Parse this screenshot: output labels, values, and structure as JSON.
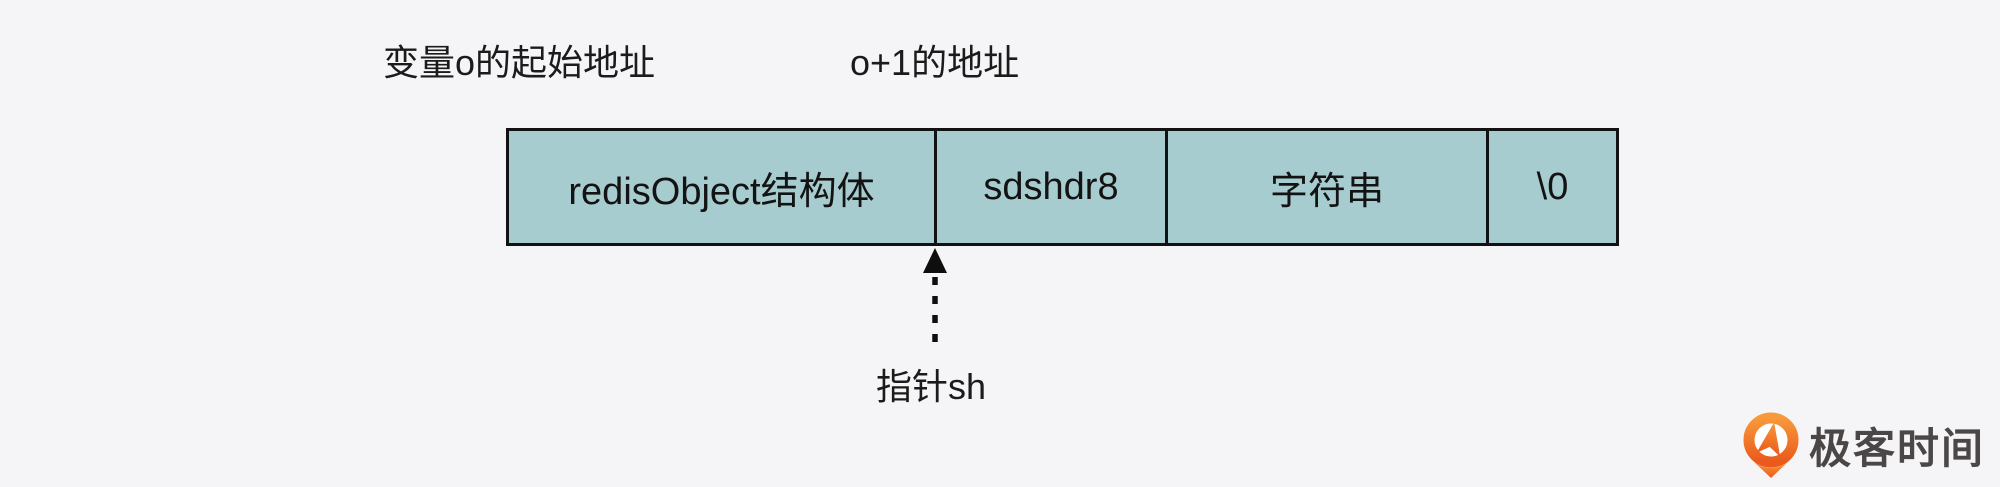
{
  "page": {
    "background_color": "#f5f5f7"
  },
  "labels": {
    "start_address": "变量o的起始地址",
    "next_address": "o+1的地址",
    "pointer": "指针sh"
  },
  "memory_bar": {
    "fill_color": "#a7cccf",
    "border_color": "#121212",
    "cells": [
      {
        "label": "redisObject结构体"
      },
      {
        "label": "sdshdr8"
      },
      {
        "label": "字符串"
      },
      {
        "label": "\\0"
      }
    ]
  },
  "watermark": {
    "brand": "极客时间",
    "icon": "geektime-pin-icon",
    "icon_color_top": "#f8993a",
    "icon_color_bottom": "#ea5a1c",
    "text_color": "#4b4746"
  }
}
